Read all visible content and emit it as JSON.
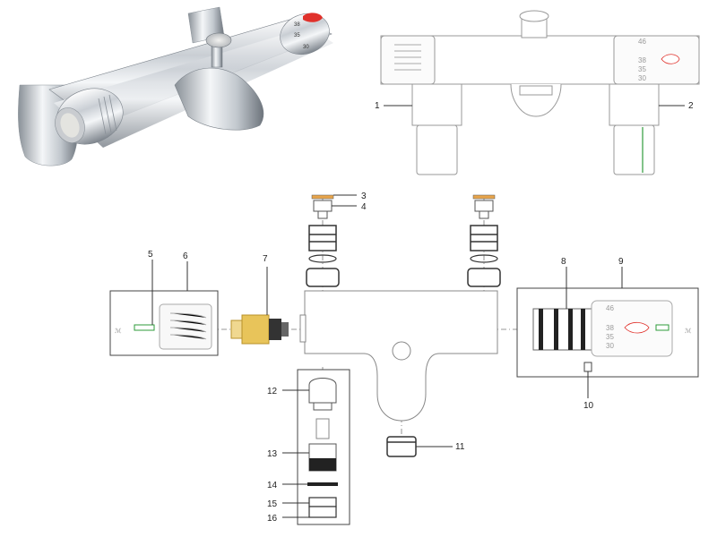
{
  "callouts": [
    "1",
    "2",
    "3",
    "4",
    "5",
    "6",
    "7",
    "8",
    "9",
    "10",
    "11",
    "12",
    "13",
    "14",
    "15",
    "16"
  ],
  "temperature_scale": [
    "46",
    "38",
    "35",
    "30"
  ],
  "cartridge_scale": [
    "46",
    "38",
    "35",
    "30"
  ],
  "colors": {
    "chrome_dark": "#6d747c",
    "chrome_light": "#eef1f4",
    "hot_indicator": "#e0312b",
    "brass": "#e8c45a",
    "seal_orange": "#e8a54b",
    "green_mark": "#2e9b3a"
  }
}
